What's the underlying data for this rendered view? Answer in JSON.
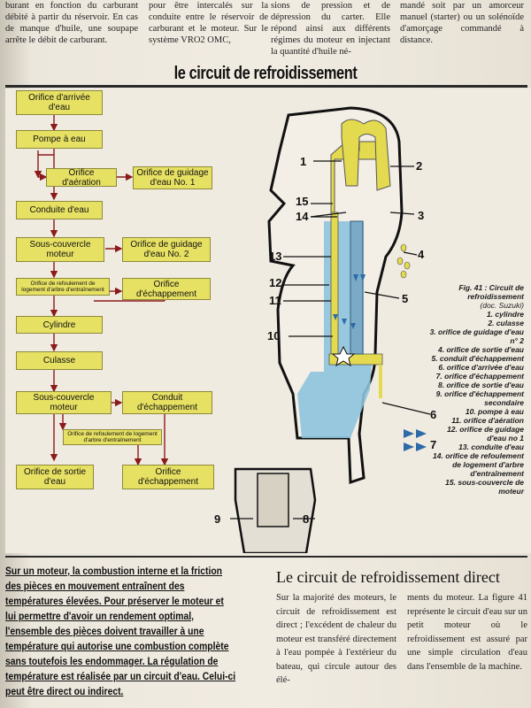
{
  "top_columns": [
    "burant en fonction du carburant débité à partir du réservoir. En cas de manque d'huile, une soupape arrête le débit de carburant.",
    "pour être intercalés sur la conduite entre le réservoir de carburant et le moteur. Sur le système VRO2 OMC,",
    "sions de pression et de dépression du carter. Elle répond ainsi aux différents régimes du moteur en injectant la quantité d'huile né-",
    "mandé soit par un amorceur manuel (starter) ou un solénoïde d'amorçage commandé à distance."
  ],
  "section_title": "le circuit de refroidissement",
  "flowchart": {
    "nodes": [
      "Orifice d'arrivée d'eau",
      "Pompe à eau",
      "Orifice d'aération",
      "Orifice de guidage d'eau No. 1",
      "Conduite d'eau",
      "Sous-couvercle moteur",
      "Orifice de guidage d'eau No. 2",
      "Orifice de refoulement de logement d'arbre d'entraînement",
      "Orifice d'échappement",
      "Cylindre",
      "Culasse",
      "Sous-couvercle moteur",
      "Conduit d'échappement",
      "Orifice de refoulement de logement d'arbre d'entraînement",
      "Orifice de sortie d'eau",
      "Orifice d'échappement"
    ]
  },
  "figure_legend": {
    "caption": "Fig. 41 : Circuit de refroidissement",
    "source": "(doc. Suzuki)",
    "items": [
      "1. cylindre",
      "2. culasse",
      "3. orifice de guidage d'eau n° 2",
      "4. orifice de sortie d'eau",
      "5. conduit d'échappement",
      "6. orifice d'arrivée d'eau",
      "7. orifice d'échappement",
      "8. orifice de sortie d'eau",
      "9. orifice d'échappement secondaire",
      "10. pompe à eau",
      "11. orifice d'aération",
      "12. orifice de guidage d'eau no 1",
      "13. conduite d'eau",
      "14. orifice de refoulement de logement d'arbre d'entraînement",
      "15. sous-couvercle de moteur"
    ]
  },
  "callouts": [
    "1",
    "2",
    "3",
    "4",
    "5",
    "6",
    "7",
    "8",
    "9",
    "10",
    "11",
    "12",
    "13",
    "14",
    "15"
  ],
  "intro_text": "Sur un moteur, la combustion interne et la friction des pièces en mouvement entraînent des températures élevées. Pour préserver le moteur et lui permettre d'avoir un rendement optimal, l'ensemble des pièces doivent travailler à une température qui autorise une combustion complète sans toutefois les endommager. La régulation de température est réalisée par un circuit d'eau. Celui-ci peut être direct ou indirect.",
  "section2_title": "Le circuit de refroidissement direct",
  "section2_columns": [
    "Sur la majorité des moteurs, le circuit de refroidissement est direct ; l'excédent de chaleur du moteur est transféré directement à l'eau pompée à l'extérieur du bateau, qui circule autour des élé-",
    "ments du moteur. La figure 41 représente le circuit d'eau sur un petit moteur où le refroidissement est assuré par une simple circulation d'eau dans l'ensemble de la machine."
  ],
  "colors": {
    "flow_box": "#e6e063",
    "water": "#8ec3dc",
    "hot_passage": "#e3da4f"
  }
}
